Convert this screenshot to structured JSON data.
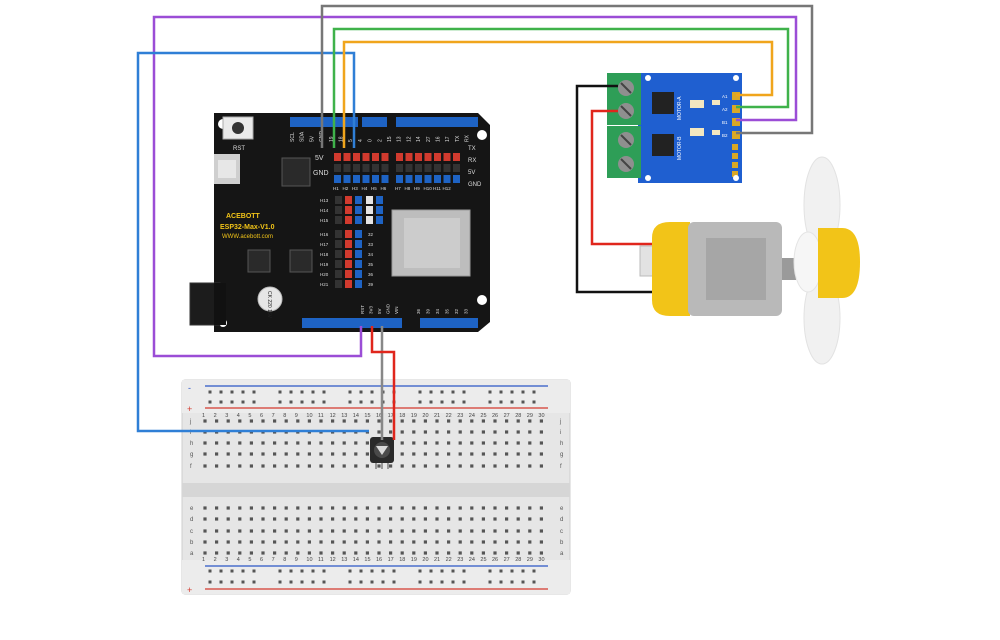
{
  "board": {
    "brand": "ACEBOTT",
    "model": "ESP32-Max-V1.0",
    "url": "WWW.acebott.com",
    "rst": "RST",
    "cap_text": "CK 220 16V",
    "top_header_labels": [
      "SCL",
      "SDA",
      "5V",
      "GND",
      "19",
      "18",
      "5",
      "4",
      "0",
      "2",
      "15",
      "13",
      "12",
      "14",
      "27",
      "16",
      "17",
      "TX",
      "RX"
    ],
    "power_labels": [
      "5V",
      "GND"
    ],
    "pin_row_labels": [
      "H1",
      "H2",
      "H3",
      "H4",
      "H5",
      "H6",
      "H7",
      "H8",
      "H9",
      "H10",
      "H11",
      "H12"
    ],
    "right_labels": [
      "TX",
      "RX",
      "5V",
      "GND"
    ],
    "h_pins_left": [
      "H13",
      "H14",
      "H15"
    ],
    "h_pins_left2": [
      "H16",
      "H17",
      "H18",
      "H19",
      "H20",
      "H21"
    ],
    "gpio_right": [
      "32",
      "33",
      "34",
      "35",
      "36",
      "39"
    ],
    "bottom_header_labels": [
      "RST",
      "3V3",
      "5V",
      "GND",
      "VIN",
      "36",
      "39",
      "34",
      "35",
      "32",
      "33"
    ],
    "power_bottom_labels": [
      "3V3",
      "5V",
      "GND"
    ]
  },
  "motor_driver": {
    "chip_labels": [
      "MOTOR-A",
      "MOTOR-B"
    ],
    "pin_labels": [
      "A1",
      "A2",
      "B1",
      "B2"
    ]
  },
  "breadboard": {
    "column_numbers": [
      "1",
      "2",
      "3",
      "4",
      "5",
      "6",
      "7",
      "8",
      "9",
      "10",
      "11",
      "12",
      "13",
      "14",
      "15",
      "16",
      "17",
      "18",
      "19",
      "20",
      "21",
      "22",
      "23",
      "24",
      "25",
      "26",
      "27",
      "28",
      "29",
      "30"
    ],
    "row_letters_top": [
      "j",
      "i",
      "h",
      "g",
      "f"
    ],
    "row_letters_bottom": [
      "e",
      "d",
      "c",
      "b",
      "a"
    ],
    "rail_plus": "+",
    "rail_minus": "-"
  },
  "colors": {
    "board": "#1a1a1a",
    "header_blue": "#1e63c4",
    "driver_blue": "#1f5fd0",
    "terminal_green": "#2e9e57",
    "motor_yellow": "#f2c418",
    "motor_gray": "#b9b9b9",
    "wire_purple": "#9b4dd6",
    "wire_blue": "#2f7fd6",
    "wire_gray": "#777777",
    "wire_green": "#3fb24a",
    "wire_orange": "#f0a51c",
    "wire_red": "#e0261c",
    "wire_black": "#111111"
  }
}
